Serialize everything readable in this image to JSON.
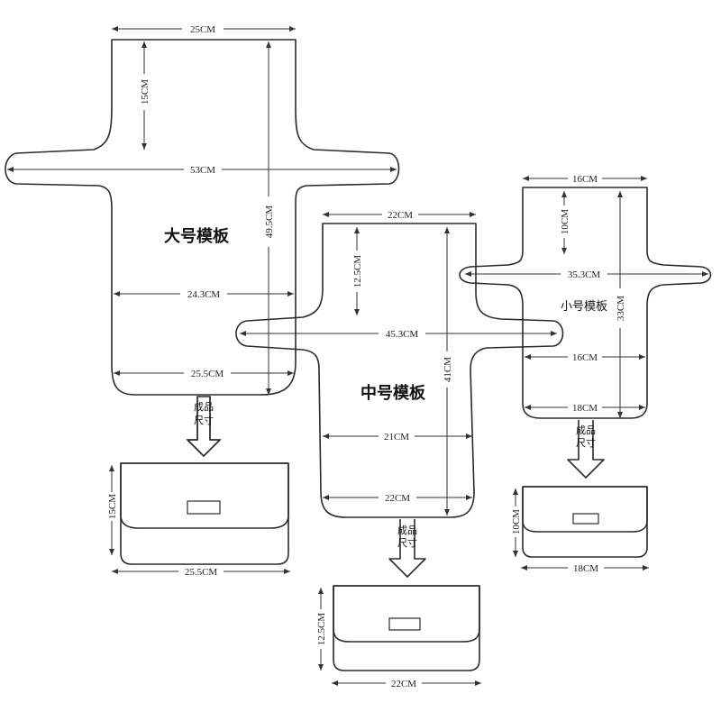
{
  "large": {
    "title": "大号模板",
    "dims": {
      "top_width": "25CM",
      "neck_height": "15CM",
      "span": "53CM",
      "total_height": "49.5CM",
      "mid_width": "24.3CM",
      "bottom_width": "25.5CM"
    },
    "finished": {
      "width": "25.5CM",
      "height": "15CM"
    }
  },
  "medium": {
    "title": "中号模板",
    "dims": {
      "top_width": "22CM",
      "neck_height": "12.5CM",
      "span": "45.3CM",
      "total_height": "41CM",
      "mid_width": "21CM",
      "bottom_width": "22CM"
    },
    "finished": {
      "width": "22CM",
      "height": "12.5CM"
    }
  },
  "small": {
    "title": "小号模板",
    "dims": {
      "top_width": "16CM",
      "neck_height": "10CM",
      "span": "35.3CM",
      "total_height": "33CM",
      "mid_width": "16CM",
      "bottom_width": "18CM"
    },
    "finished": {
      "width": "18CM",
      "height": "10CM"
    }
  },
  "arrow_label": "成品尺寸"
}
